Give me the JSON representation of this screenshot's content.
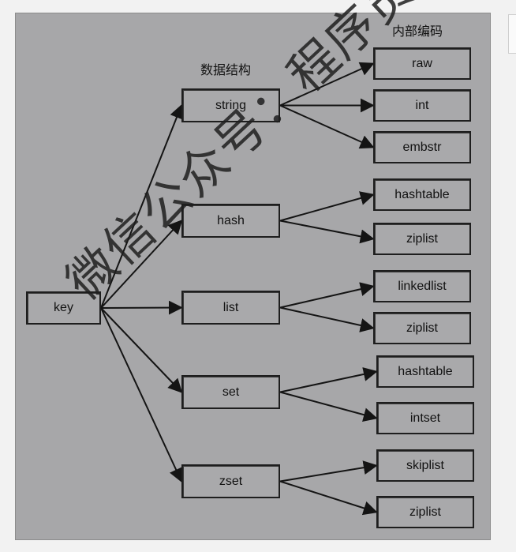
{
  "headers": {
    "structure": "数据结构",
    "encoding": "内部编码"
  },
  "nodes": {
    "key": "key",
    "string": "string",
    "hash": "hash",
    "list": "list",
    "set": "set",
    "zset": "zset",
    "string_raw": "raw",
    "string_int": "int",
    "string_embstr": "embstr",
    "hash_hashtable": "hashtable",
    "hash_ziplist": "ziplist",
    "list_linkedlist": "linkedlist",
    "list_ziplist": "ziplist",
    "set_hashtable": "hashtable",
    "set_intset": "intset",
    "zset_skiplist": "skiplist",
    "zset_ziplist": "ziplist"
  },
  "edges": [
    [
      "key",
      "string"
    ],
    [
      "key",
      "hash"
    ],
    [
      "key",
      "list"
    ],
    [
      "key",
      "set"
    ],
    [
      "key",
      "zset"
    ],
    [
      "string",
      "string_raw"
    ],
    [
      "string",
      "string_int"
    ],
    [
      "string",
      "string_embstr"
    ],
    [
      "hash",
      "hash_hashtable"
    ],
    [
      "hash",
      "hash_ziplist"
    ],
    [
      "list",
      "list_linkedlist"
    ],
    [
      "list",
      "list_ziplist"
    ],
    [
      "set",
      "set_hashtable"
    ],
    [
      "set",
      "set_intset"
    ],
    [
      "zset",
      "zset_skiplist"
    ],
    [
      "zset",
      "zset_ziplist"
    ]
  ],
  "watermark": "微信公众号：程序员乔戈里"
}
